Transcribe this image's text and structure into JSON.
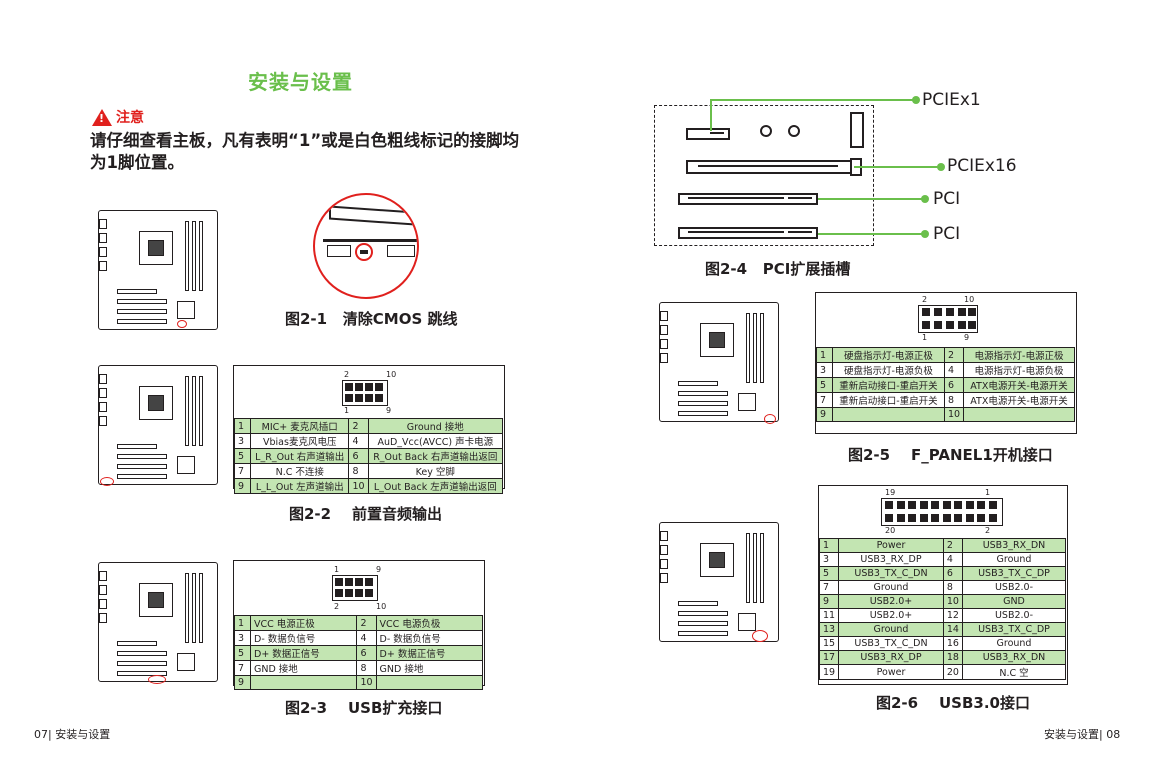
{
  "left_page": {
    "section_title": "安装与设置",
    "warning_label": "注意",
    "warning_text": "请仔细查看主板，凡有表明“1”或是白色粗线标记的接脚均为1脚位置。",
    "fig1_caption": "图2-1   清除CMOS 跳线",
    "fig2_caption": "图2-2    前置音频输出",
    "fig3_caption": "图2-3    USB扩充接口",
    "audio_header": {
      "tl": "2",
      "tr": "10",
      "bl": "1",
      "br": "9"
    },
    "audio_rows": [
      {
        "n1": "1",
        "l1": "MIC+ 麦克风插口",
        "n2": "2",
        "l2": "Ground 接地",
        "green": true
      },
      {
        "n1": "3",
        "l1": "Vbias麦克风电压",
        "n2": "4",
        "l2": "AuD_Vcc(AVCC) 声卡电源",
        "green": false
      },
      {
        "n1": "5",
        "l1": "L_R_Out 右声道输出",
        "n2": "6",
        "l2": "R_Out Back 右声道输出返回",
        "green": true
      },
      {
        "n1": "7",
        "l1": "N.C 不连接",
        "n2": "8",
        "l2": "Key 空脚",
        "green": false
      },
      {
        "n1": "9",
        "l1": "L_L_Out 左声道输出",
        "n2": "10",
        "l2": "L_Out Back 左声道输出返回",
        "green": true
      }
    ],
    "usb2_header": {
      "tl": "1",
      "tr": "9",
      "bl": "2",
      "br": "10"
    },
    "usb2_rows": [
      {
        "n1": "1",
        "l1": "VCC    电源正极",
        "n2": "2",
        "l2": "VCC   电源负极",
        "green": true
      },
      {
        "n1": "3",
        "l1": "D-     数据负信号",
        "n2": "4",
        "l2": "D-     数据负信号",
        "green": false
      },
      {
        "n1": "5",
        "l1": "D+     数据正信号",
        "n2": "6",
        "l2": "D+     数据正信号",
        "green": true
      },
      {
        "n1": "7",
        "l1": "GND 接地",
        "n2": "8",
        "l2": "GND  接地",
        "green": false
      },
      {
        "n1": "9",
        "l1": "",
        "n2": "10",
        "l2": "",
        "green": true
      }
    ],
    "footer": "07| 安装与设置"
  },
  "right_page": {
    "pci_labels": [
      "PCIEx1",
      "PCIEx16",
      "PCI",
      "PCI"
    ],
    "fig4_caption": "图2-4   PCI扩展插槽",
    "fig5_caption": "图2-5    F_PANEL1开机接口",
    "fig6_caption": "图2-6    USB3.0接口",
    "panel_header": {
      "tl": "2",
      "tr": "10",
      "bl": "1",
      "br": "9"
    },
    "panel_rows": [
      {
        "n1": "1",
        "l1": "硬盘指示灯-电源正极",
        "n2": "2",
        "l2": "电源指示灯-电源正极",
        "green": true
      },
      {
        "n1": "3",
        "l1": "硬盘指示灯-电源负极",
        "n2": "4",
        "l2": "电源指示灯-电源负极",
        "green": false
      },
      {
        "n1": "5",
        "l1": "重新启动接口-重启开关",
        "n2": "6",
        "l2": "ATX电源开关-电源开关",
        "green": true
      },
      {
        "n1": "7",
        "l1": "重新启动接口-重启开关",
        "n2": "8",
        "l2": "ATX电源开关-电源开关",
        "green": false
      },
      {
        "n1": "9",
        "l1": "",
        "n2": "10",
        "l2": "",
        "green": true
      }
    ],
    "usb3_header": {
      "tl": "19",
      "tr": "1",
      "bl": "20",
      "br": "2"
    },
    "usb3_rows": [
      {
        "n1": "1",
        "l1": "Power",
        "n2": "2",
        "l2": "USB3_RX_DN",
        "green": true
      },
      {
        "n1": "3",
        "l1": "USB3_RX_DP",
        "n2": "4",
        "l2": "Ground",
        "green": false
      },
      {
        "n1": "5",
        "l1": "USB3_TX_C_DN",
        "n2": "6",
        "l2": "USB3_TX_C_DP",
        "green": true
      },
      {
        "n1": "7",
        "l1": "Ground",
        "n2": "8",
        "l2": "USB2.0-",
        "green": false
      },
      {
        "n1": "9",
        "l1": "USB2.0+",
        "n2": "10",
        "l2": "GND",
        "green": true
      },
      {
        "n1": "11",
        "l1": "USB2.0+",
        "n2": "12",
        "l2": "USB2.0-",
        "green": false
      },
      {
        "n1": "13",
        "l1": "Ground",
        "n2": "14",
        "l2": "USB3_TX_C_DP",
        "green": true
      },
      {
        "n1": "15",
        "l1": "USB3_TX_C_DN",
        "n2": "16",
        "l2": "Ground",
        "green": false
      },
      {
        "n1": "17",
        "l1": "USB3_RX_DP",
        "n2": "18",
        "l2": "USB3_RX_DN",
        "green": true
      },
      {
        "n1": "19",
        "l1": "Power",
        "n2": "20",
        "l2": "N.C    空",
        "green": false
      }
    ],
    "footer": "安装与设置| 08"
  }
}
